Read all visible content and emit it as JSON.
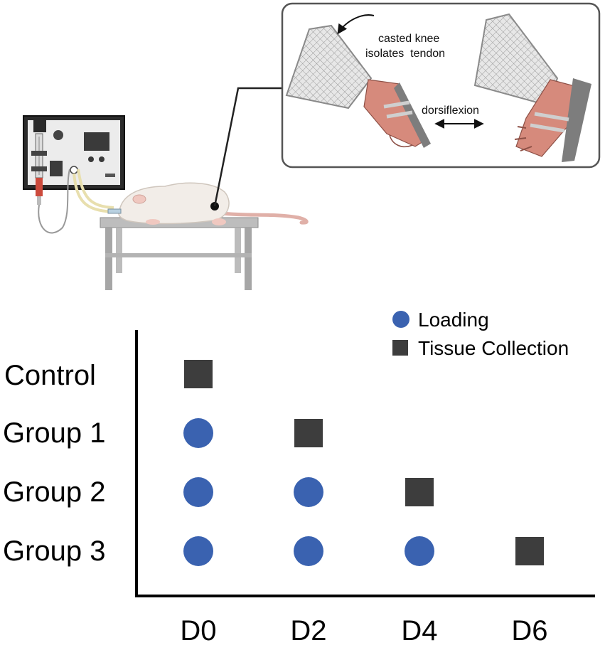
{
  "illustration": {
    "callout_text_1": "casted knee",
    "callout_text_2": "isolates  tendon",
    "motion_label": "dorsiflexion"
  },
  "colors": {
    "loading": "#3a62b0",
    "tissue_collection": "#3d3d3d",
    "axis": "#000000"
  },
  "chart_data": {
    "type": "scatter",
    "rows": [
      "Control",
      "Group 1",
      "Group 2",
      "Group 3"
    ],
    "columns": [
      "D0",
      "D2",
      "D4",
      "D6"
    ],
    "legend": [
      {
        "name": "Loading",
        "marker": "circle"
      },
      {
        "name": "Tissue Collection",
        "marker": "square"
      }
    ],
    "legend_position": "top-right",
    "events": [
      {
        "row": "Control",
        "day": "D0",
        "event": "Tissue Collection"
      },
      {
        "row": "Group 1",
        "day": "D0",
        "event": "Loading"
      },
      {
        "row": "Group 1",
        "day": "D2",
        "event": "Tissue Collection"
      },
      {
        "row": "Group 2",
        "day": "D0",
        "event": "Loading"
      },
      {
        "row": "Group 2",
        "day": "D2",
        "event": "Loading"
      },
      {
        "row": "Group 2",
        "day": "D4",
        "event": "Tissue Collection"
      },
      {
        "row": "Group 3",
        "day": "D0",
        "event": "Loading"
      },
      {
        "row": "Group 3",
        "day": "D2",
        "event": "Loading"
      },
      {
        "row": "Group 3",
        "day": "D4",
        "event": "Loading"
      },
      {
        "row": "Group 3",
        "day": "D6",
        "event": "Tissue Collection"
      }
    ]
  }
}
